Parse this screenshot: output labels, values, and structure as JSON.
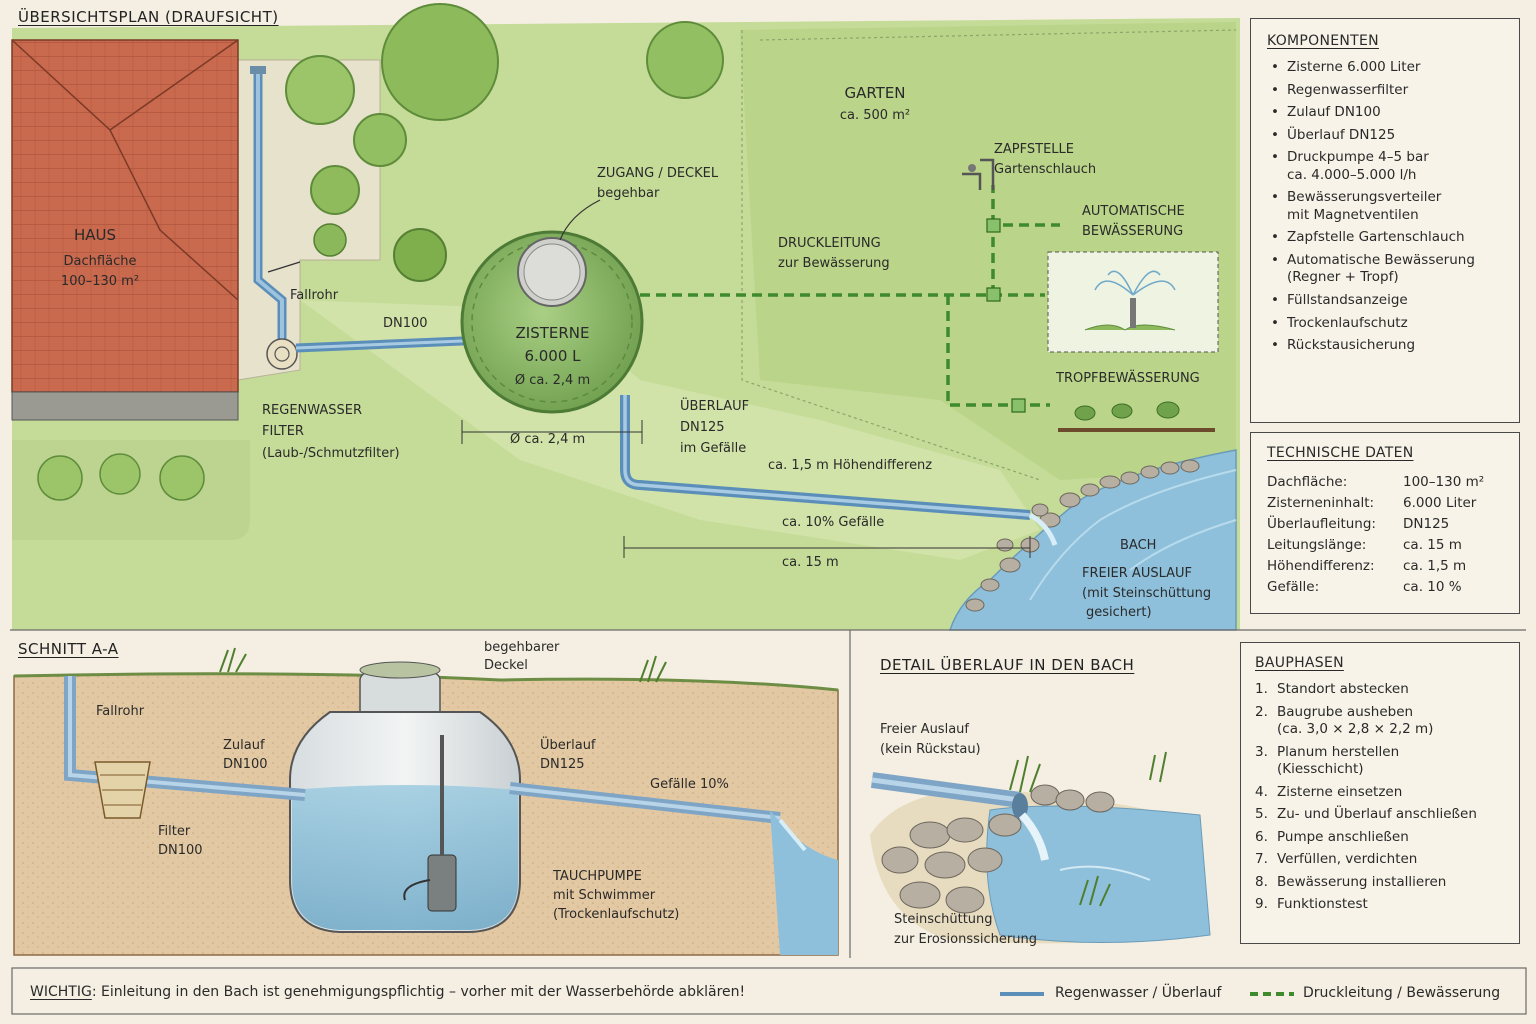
{
  "plan": {
    "title": "ÜBERSICHTSPLAN  (DRAUFSICHT)",
    "house_title": "HAUS",
    "house_sub1": "Dachfläche",
    "house_sub2": "100–130 m²",
    "fallrohr": "Fallrohr",
    "dn100": "DN100",
    "filter1": "REGENWASSER",
    "filter2": "FILTER",
    "filter3": "(Laub-/Schmutzfilter)",
    "garden_title": "GARTEN",
    "garden_sub": "ca. 500 m²",
    "access1": "ZUGANG / DECKEL",
    "access2": "begehbar",
    "cistern1": "ZISTERNE",
    "cistern2": "6.000 L",
    "cistern3": "Ø ca. 2,4 m",
    "diameter": "Ø ca. 2,4 m",
    "pressure1": "DRUCKLEITUNG",
    "pressure2": "zur Bewässerung",
    "tap1": "ZAPFSTELLE",
    "tap2": "Gartenschlauch",
    "auto1": "AUTOMATISCHE",
    "auto2": "BEWÄSSERUNG",
    "drip": "TROPFBEWÄSSERUNG",
    "overflow1": "ÜBERLAUF",
    "overflow2": "DN125",
    "overflow3": "im Gefälle",
    "height_diff": "ca. 1,5 m Höhendifferenz",
    "slope": "ca. 10% Gefälle",
    "length": "ca. 15 m",
    "creek": "BACH",
    "outlet1": "FREIER AUSLAUF",
    "outlet2": "(mit Steinschüttung",
    "outlet3": "gesichert)"
  },
  "section": {
    "title": "SCHNITT A-A",
    "lid1": "begehbarer",
    "lid2": "Deckel",
    "fallrohr": "Fallrohr",
    "inlet1": "Zulauf",
    "inlet2": "DN100",
    "overflow1": "Überlauf",
    "overflow2": "DN125",
    "slope": "Gefälle 10%",
    "filter1": "Filter",
    "filter2": "DN100",
    "pump1": "TAUCHPUMPE",
    "pump2": "mit Schwimmer",
    "pump3": "(Trockenlaufschutz)"
  },
  "detail": {
    "title": "DETAIL ÜBERLAUF IN DEN BACH",
    "outlet1": "Freier Auslauf",
    "outlet2": "(kein Rückstau)",
    "stones1": "Steinschüttung",
    "stones2": "zur Erosionssicherung"
  },
  "components": {
    "title": "KOMPONENTEN",
    "items": [
      "Zisterne 6.000 Liter",
      "Regenwasserfilter",
      "Zulauf DN100",
      "Überlauf DN125",
      "Druckpumpe 4–5 bar\nca. 4.000–5.000 l/h",
      "Bewässerungsverteiler\nmit Magnetventilen",
      "Zapfstelle Gartenschlauch",
      "Automatische Bewässerung\n(Regner + Tropf)",
      "Füllstandsanzeige",
      "Trockenlaufschutz",
      "Rückstausicherung"
    ]
  },
  "tech": {
    "title": "TECHNISCHE DATEN",
    "rows": [
      [
        "Dachfläche:",
        "100–130 m²"
      ],
      [
        "Zisterneninhalt:",
        "6.000 Liter"
      ],
      [
        "Überlaufleitung:",
        "DN125"
      ],
      [
        "Leitungslänge:",
        "ca. 15 m"
      ],
      [
        "Höhendifferenz:",
        "ca. 1,5 m"
      ],
      [
        "Gefälle:",
        "ca. 10 %"
      ]
    ]
  },
  "phases": {
    "title": "BAUPHASEN",
    "items": [
      [
        "1.",
        "Standort abstecken"
      ],
      [
        "2.",
        "Baugrube ausheben\n(ca. 3,0 × 2,8 × 2,2 m)"
      ],
      [
        "3.",
        "Planum herstellen\n(Kiesschicht)"
      ],
      [
        "4.",
        "Zisterne einsetzen"
      ],
      [
        "5.",
        "Zu- und Überlauf anschließen"
      ],
      [
        "6.",
        "Pumpe anschließen"
      ],
      [
        "7.",
        "Verfüllen, verdichten"
      ],
      [
        "8.",
        "Bewässerung installieren"
      ],
      [
        "9.",
        "Funktionstest"
      ]
    ]
  },
  "footer": {
    "important_label": "WICHTIG",
    "important_text": ": Einleitung in den Bach ist genehmigungspflichtig – vorher mit der Wasserbehörde abklären!",
    "legend_blue": "Regenwasser / Überlauf",
    "legend_green": "Druckleitung / Bewässerung"
  },
  "colors": {
    "water_pipe": "#5b8fb9",
    "pressure_line": "#3e8a2c",
    "grass": "#b9d48a",
    "roof": "#c86a50",
    "creek": "#8ec0dc"
  }
}
